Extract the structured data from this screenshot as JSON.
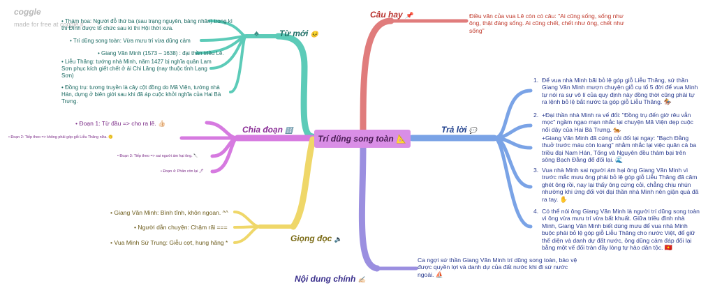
{
  "watermark": {
    "brand": "coggle",
    "sub": "made for free at coggle.it"
  },
  "center": {
    "label": "Trí dũng song toàn",
    "icon": "📐"
  },
  "branches": {
    "tu_moi": {
      "label": "Từ mới",
      "icon": "😣",
      "side_icon": "♠",
      "color": "#5ccbb8"
    },
    "cau_hay": {
      "label": "Câu hay",
      "icon": "📌",
      "color": "#e07c7c"
    },
    "chia_doan": {
      "label": "Chia đoạn",
      "icon": "🔢",
      "color": "#d67ae0"
    },
    "tra_loi": {
      "label": "Trả lời",
      "icon": "💬",
      "color": "#7aa3e6"
    },
    "giong_doc": {
      "label": "Giọng đọc",
      "icon": "🔈",
      "color": "#efd769"
    },
    "noi_dung": {
      "label": "Nội dung chính",
      "icon": "✍🏻",
      "color": "#9b8fe0"
    }
  },
  "tu_moi_items": [
    "Thám hoa: Người đỗ thứ ba (sau trạng nguyên, bảng nhãn) trong kì thi Đình được tổ chức sau kì thi Hội thời xưa.",
    "Trí dũng song toàn: Vừa mưu trí vừa dũng cảm",
    "Giang Văn Minh (1573 – 1638) : đại thần triều Lê.",
    "Liễu Thăng: tướng nhà Minh, năm 1427 bị nghĩa quân Lam Sơn phục kích giết chết ở ải Chi Lăng (nay thuộc tỉnh Lạng Sơn)",
    "Đồng trụ: tương truyền là cây cột đồng do Mã Viện, tướng nhà Hán, dựng ở biên giới sau khi đã áp cuộc khởi nghĩa của Hai Bà Trưng."
  ],
  "cau_hay_text": "Điều văn của vua Lê còn có câu: \"Ai cũng sống, sống như ông, thật đáng sống. Ai cũng chết, chết như ông, chết như sống\"",
  "chia_doan_items": [
    {
      "text": "Đoạn 1: Từ đầu => cho ra lẽ.",
      "icon": "👍🏻"
    },
    {
      "text": "Đoạn 2: Tiếp theo => không phải góp giỗ Liễu Thăng nữa.",
      "icon": "🙃"
    },
    {
      "text": "Đoạn 3: Tiếp theo => sai người ám hại ông.",
      "icon": "🔪"
    },
    {
      "text": "Đoạn 4: Phần còn lại",
      "icon": "🖊"
    }
  ],
  "tra_loi_items": [
    {
      "num": "1.",
      "text": "Để vua nhà Minh bãi bỏ lệ góp giỗ Liễu Thăng, sứ thần Giang Văn Minh mượn chuyện giỗ cụ tổ 5 đời để vua Minh tự nói ra sự vô lí của quy định này đồng thời cũng phải tự ra lệnh bỏ lệ bắt nước ta góp giỗ Liễu Thăng.",
      "icon": "🏇"
    },
    {
      "num": "2.",
      "text": "+Đại thần nhà Minh ra vế đối: \"Đồng trụ đến giờ rêu vẫn mọc\" ngầm ngạo mạn nhắc lại chuyện Mã Viện dẹp cuộc nổi dậy của Hai Bà Trưng.",
      "icon": "🐅"
    },
    {
      "num": "",
      "text": "+Giang Văn Minh đã cứng cỏi đối lại ngay: \"Bạch Đằng thuở trước máu còn loang\" nhằm nhắc lại việc quân cả ba triều đại Nam Hán, Tống và Nguyên đều thảm bại trên sông Bạch Đằng để đối lại.",
      "icon": "🌊"
    },
    {
      "num": "3.",
      "text": "Vua nhà Minh sai người ám hại ông Giang Văn Minh vì trước mắc mưu ông phải bỏ lệ góp giỗ Liễu Thăng đã căm ghét ông rồi, nay lại thấy ông cứng cỏi, chẳng chịu nhún nhường khi ứng đối với đại thần nhà Minh nên giận quá đã ra tay.",
      "icon": "✋"
    },
    {
      "num": "4.",
      "text": "Có thể nói ông Giang Văn Minh là người trí dũng song toàn vì ông vừa mưu trí vừa bất khuất. Giữa triều đình nhà Minh, Giang Văn Minh biết dùng mưu để vua nhà Minh buộc phải bỏ lệ góp giỗ Liễu Thăng cho nước Việt, để giữ thể diện và danh dự đất nước, ông dũng cảm đáp đối lại bằng một vế đối tràn đầy lòng tự hào dân tộc.",
      "icon": "🇻🇳"
    }
  ],
  "giong_doc_items": [
    "Giang Văn Minh: Bình tĩnh, khôn ngoan. ^^",
    "Người dẫn chuyện: Chậm rãi ===",
    "Vua Minh Sứ Trung: Giễu cợt, hung hăng *"
  ],
  "noi_dung_text": "Ca ngợi sứ thần Giang Văn Minh trí dũng song toàn, bảo vệ được quyền lợi và danh dự của đất nước khi đi sứ nước ngoài.",
  "noi_dung_icon": "⛵"
}
